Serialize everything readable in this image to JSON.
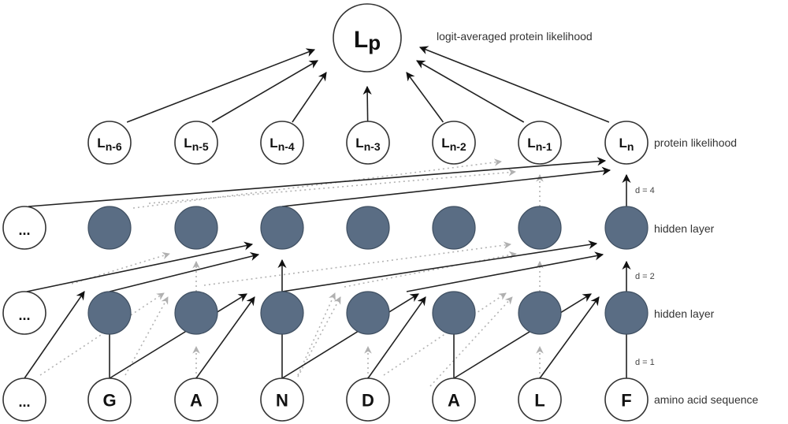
{
  "diagram": {
    "top_node": {
      "label_main": "L",
      "label_sub": "p",
      "description": "logit-averaged protein likelihood"
    },
    "likelihood_row": {
      "description": "protein likelihood",
      "nodes": [
        {
          "main": "L",
          "sub": "n-6"
        },
        {
          "main": "L",
          "sub": "n-5"
        },
        {
          "main": "L",
          "sub": "n-4"
        },
        {
          "main": "L",
          "sub": "n-3"
        },
        {
          "main": "L",
          "sub": "n-2"
        },
        {
          "main": "L",
          "sub": "n-1"
        },
        {
          "main": "L",
          "sub": "n"
        }
      ]
    },
    "hidden_layer_2": {
      "description": "hidden layer",
      "ellipsis": "...",
      "dilation_label": "d = 4"
    },
    "hidden_layer_1": {
      "description": "hidden layer",
      "ellipsis": "...",
      "dilation_label": "d = 2"
    },
    "input_row": {
      "description": "amino acid sequence",
      "ellipsis": "...",
      "dilation_label": "d = 1",
      "residues": [
        "G",
        "A",
        "N",
        "D",
        "A",
        "L",
        "F"
      ]
    },
    "colors": {
      "hidden_node": "#5a6d84",
      "edge": "#222222",
      "dotted_edge": "#b3b3b3"
    }
  }
}
